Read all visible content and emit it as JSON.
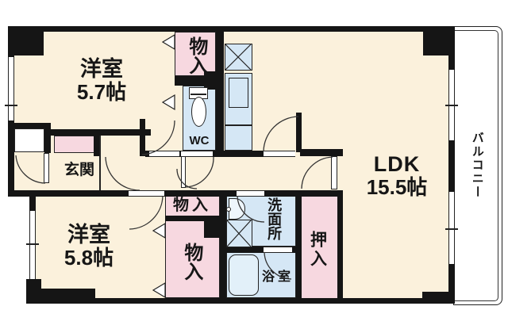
{
  "rooms": {
    "yoshitsu1": {
      "name": "洋室",
      "size": "5.7帖"
    },
    "yoshitsu2": {
      "name": "洋室",
      "size": "5.8帖"
    },
    "ldk": {
      "name": "LDK",
      "size": "15.5帖"
    },
    "genkan": {
      "label": "玄関"
    },
    "wc": {
      "label": "WC"
    },
    "senmenjo": {
      "label": "洗面所"
    },
    "yokushitsu": {
      "label": "浴室"
    },
    "oshiire": {
      "label": "押入"
    },
    "monoire_upper": {
      "label": "物入"
    },
    "monoire_small": {
      "label": "物入"
    },
    "monoire_tall": {
      "label": "物入"
    },
    "balcony": {
      "label": "バルコニー"
    }
  },
  "colors": {
    "room_fill": "#fbf1dc",
    "closet_fill": "#f7d8e0",
    "wet_area_fill": "#d5e7f5",
    "wall": "#151515",
    "line": "#333333",
    "background": "#ffffff"
  },
  "icons": [
    "toilet-icon",
    "sink-icon",
    "bathtub-icon",
    "washer-cross-icon",
    "fridge-cross-icon",
    "kitchen-counter-icon",
    "door-arc",
    "closet-fold-door-marker"
  ]
}
